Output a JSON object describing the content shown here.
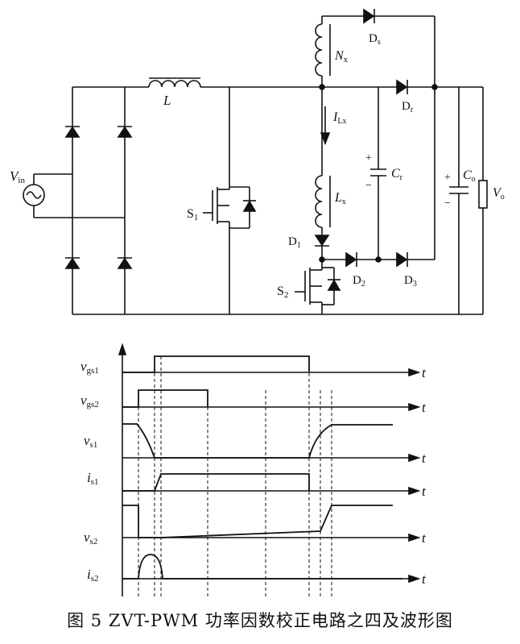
{
  "circuit": {
    "source": {
      "main": "V",
      "sub": "in"
    },
    "inductor_main": "L",
    "switch_main": {
      "main": "S",
      "sub": "1"
    },
    "aux_switch": {
      "main": "S",
      "sub": "2"
    },
    "aux_winding": {
      "main": "N",
      "sub": "x"
    },
    "aux_inductor": {
      "main": "L",
      "sub": "x"
    },
    "aux_current": {
      "main": "I",
      "sub": "Lx"
    },
    "cap_r": {
      "main": "C",
      "sub": "r"
    },
    "cap_o": {
      "main": "C",
      "sub": "o"
    },
    "output": {
      "main": "V",
      "sub": "o"
    },
    "diodes": {
      "ds": {
        "main": "D",
        "sub": "s"
      },
      "dr": {
        "main": "D",
        "sub": "r"
      },
      "d1": {
        "main": "D",
        "sub": "1"
      },
      "d2": {
        "main": "D",
        "sub": "2"
      },
      "d3": {
        "main": "D",
        "sub": "3"
      }
    },
    "plus": "+",
    "minus": "−"
  },
  "waveforms": {
    "time_label": "t",
    "rows": [
      {
        "main": "v",
        "sub": "gs1"
      },
      {
        "main": "v",
        "sub": "gs2"
      },
      {
        "main": "v",
        "sub": "s1"
      },
      {
        "main": "i",
        "sub": "s1"
      },
      {
        "main": "v",
        "sub": "s2"
      },
      {
        "main": "i",
        "sub": "s2"
      }
    ]
  },
  "caption": "图 5    ZVT-PWM 功率因数校正电路之四及波形图"
}
